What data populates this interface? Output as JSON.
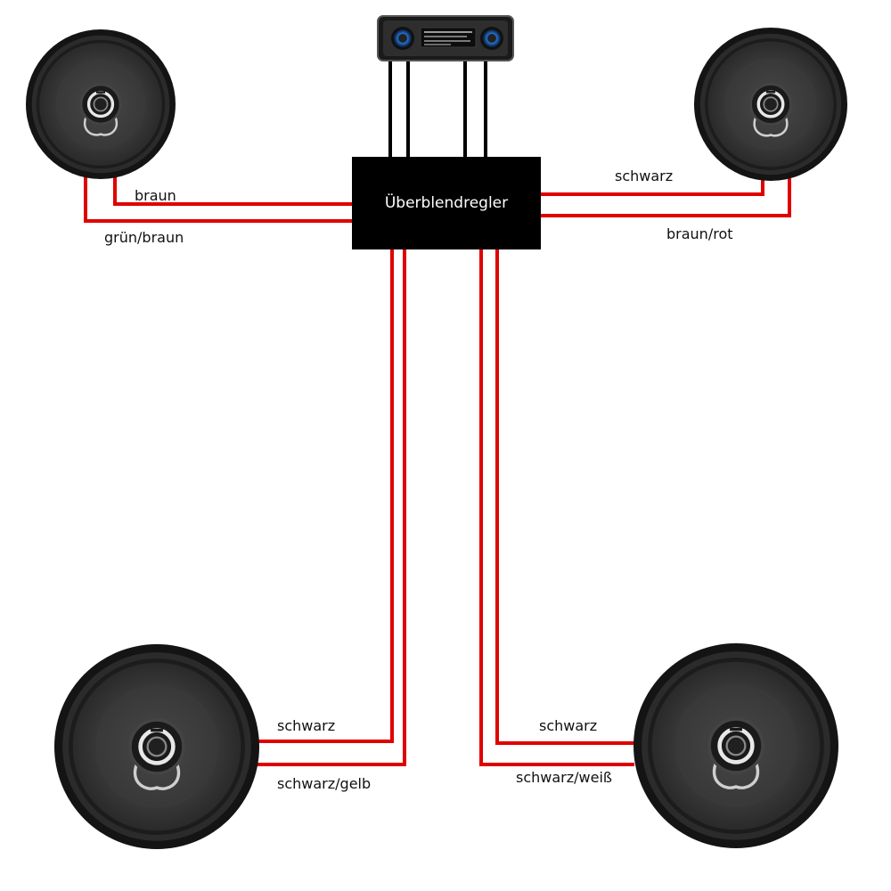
{
  "fader": {
    "label": "Überblendregler"
  },
  "wire_color": "#e00000",
  "wire_labels": {
    "front_left_1": "braun",
    "front_left_2": "grün/braun",
    "front_right_1": "schwarz",
    "front_right_2": "braun/rot",
    "rear_left_1": "schwarz",
    "rear_left_2": "schwarz/gelb",
    "rear_right_1": "schwarz",
    "rear_right_2": "schwarz/weiß"
  },
  "icons": {
    "head_unit": "car-radio-icon",
    "speaker": "speaker-icon"
  }
}
